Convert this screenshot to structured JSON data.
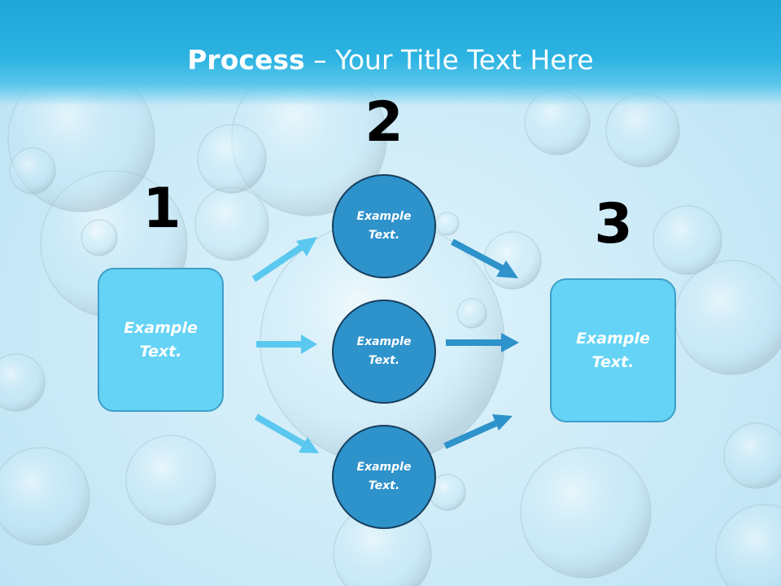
{
  "title": {
    "bold": "Process",
    "rest": " – Your Title Text Here"
  },
  "steps": [
    {
      "number": "1",
      "box_label": "Example\nText."
    },
    {
      "number": "2",
      "circle_labels": [
        "Example\nText.",
        "Example\nText.",
        "Example\nText."
      ]
    },
    {
      "number": "3",
      "box_label": "Example\nText."
    }
  ],
  "colors": {
    "header": "#1fa6d8",
    "box_fill": "#64d3f5",
    "circle_fill": "#2e92cb",
    "arrow_light": "#5ac8ef",
    "arrow_dark": "#2e92cb"
  }
}
